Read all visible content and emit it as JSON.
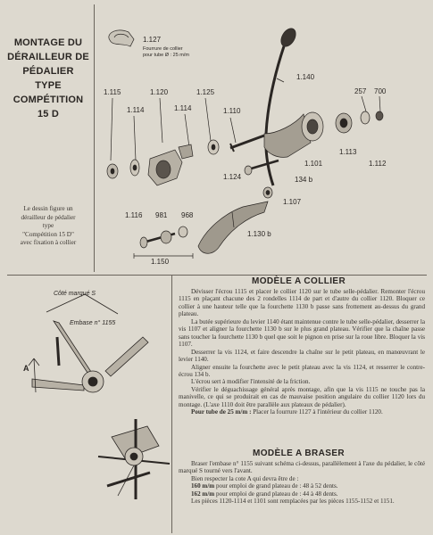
{
  "title": [
    "MONTAGE DU",
    "DÉRAILLEUR DE",
    "PÉDALIER",
    "TYPE",
    "COMPÉTITION 15 D"
  ],
  "caption": [
    "Le dessin figure un",
    "dérailleur de pédalier",
    "type",
    "\"Compétition 15 D\"",
    "avec fixation à collier"
  ],
  "inset": {
    "label": "1.127",
    "note": [
      "Fourrure de collier",
      "pour tube Ø : 25 m/m"
    ]
  },
  "part_labels": {
    "p1115": "1.115",
    "p1114a": "1.114",
    "p1120": "1.120",
    "p1125": "1.125",
    "p1114b": "1.114",
    "p1110": "1.110",
    "p1140": "1.140",
    "p257": "257",
    "p700": "700",
    "p1113": "1.113",
    "p1112": "1.112",
    "p1101": "1.101",
    "p1124": "1.124",
    "p134b": "134 b",
    "p1107": "1.107",
    "p1116": "1.116",
    "p981": "981",
    "p968": "968",
    "p1150": "1.150",
    "p1130b": "1.130 b"
  },
  "lower_diagram": {
    "cote": "Côté marqué S",
    "embase": "Embase n° 1155",
    "dim": "A"
  },
  "collier": {
    "heading": "MODÈLE A COLLIER",
    "p1": "Dévisser l'écrou 1115 et placer le collier 1120 sur le tube selle-pédalier. Remonter l'écrou 1115 en plaçant chacune des 2 rondelles 1114 de part et d'autre du collier 1120. Bloquer ce collier à une hauteur telle que la fourchette 1130 b passe sans frottement au-dessus du grand plateau.",
    "p2": "La butée supérieure du levier 1140 étant maintenue contre le tube selle-pédalier, desserrer la vis 1107 et aligner la fourchette 1130 b sur le plus grand plateau. Vérifier que la chaîne passe sans toucher la fourchette 1130 b quel que soit le pignon en prise sur la roue libre. Bloquer la vis 1107.",
    "p3": "Desserrer la vis 1124, et faire descendre la chaîne sur le petit plateau, en manœuvrant le levier 1140.",
    "p4": "Aligner ensuite la fourchette avec le petit plateau avec la vis 1124, et resserrer le contre-écrou 134 b.",
    "p5": "L'écrou sert à modifier l'intensité de la friction.",
    "p6": "Vérifier le déguachissage général après montage, afin que la vis 1115 ne touche pas la manivelle, ce qui se produirait en cas de mauvaise position angulaire du collier 1120 lors du montage. (L'axe 1110 doit être parallèle aux plateaux de pédalier).",
    "p7_bold": "Pour tube de 25 m/m :",
    "p7": " Placer la fourrure 1127 à l'intérieur du collier 1120."
  },
  "braser": {
    "heading": "MODÈLE A BRASER",
    "p1": "Braser l'embase n° 1155 suivant schéma ci-dessus, parallèlement à l'axe du pédalier, le côté marqué S tourné vers l'avant.",
    "p2": "Bien respecter la cote A qui devra être de :",
    "p3_bold": "160 m/m",
    "p3": " pour emploi de grand plateau de : 48 à 52 dents.",
    "p4_bold": "162 m/m",
    "p4": " pour emploi de grand plateau de : 44 à 48 dents.",
    "p5": "Les pièces 1120-1114 et 1101 sont remplacées par les pièces 1155-1152 et 1151."
  }
}
